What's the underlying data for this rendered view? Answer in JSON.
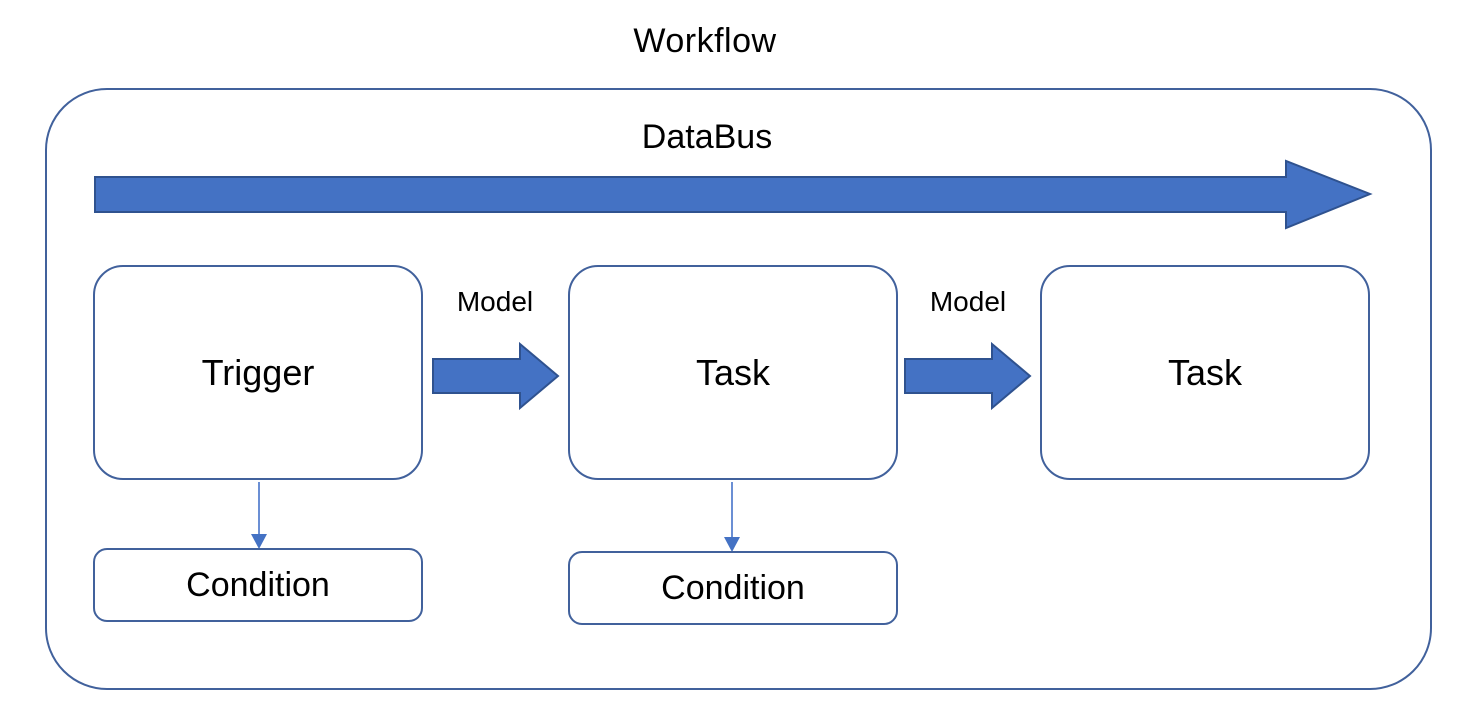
{
  "title": "Workflow",
  "container": {
    "databus_label": "DataBus"
  },
  "nodes": {
    "trigger": {
      "label": "Trigger"
    },
    "task1": {
      "label": "Task"
    },
    "task2": {
      "label": "Task"
    },
    "condition1": {
      "label": "Condition"
    },
    "condition2": {
      "label": "Condition"
    }
  },
  "edges": {
    "model1": {
      "label": "Model"
    },
    "model2": {
      "label": "Model"
    }
  },
  "colors": {
    "arrow-fill": "#4472C4",
    "arrow-border": "#2F528F",
    "box-border": "#41619C",
    "connector": "#6B8FD4",
    "connector-head": "#4472C4",
    "text": "#000000"
  }
}
